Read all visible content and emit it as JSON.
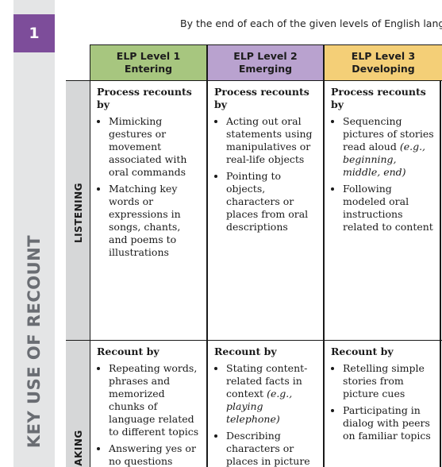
{
  "section_number": "1",
  "side_title": "KEY USE OF RECOUNT",
  "intro_text": "By the end of each of the given levels of English langua",
  "levels": [
    {
      "title": "ELP Level 1",
      "subtitle": "Entering",
      "color": "#a7c67f"
    },
    {
      "title": "ELP Level 2",
      "subtitle": "Emerging",
      "color": "#b9a2cf"
    },
    {
      "title": "ELP Level 3",
      "subtitle": "Developing",
      "color": "#f4cf77"
    }
  ],
  "rows": [
    {
      "label": "LISTENING",
      "cells": [
        {
          "heading": "Process recounts by",
          "items": [
            {
              "text": "Mimicking gestures or movement associated with oral commands",
              "example": ""
            },
            {
              "text": "Matching key words or expressions in songs, chants, and poems to illustrations",
              "example": ""
            }
          ]
        },
        {
          "heading": "Process recounts by",
          "items": [
            {
              "text": "Acting out oral statements using manipulatives or real-life objects",
              "example": ""
            },
            {
              "text": "Pointing to objects, characters or places from oral descriptions",
              "example": ""
            }
          ]
        },
        {
          "heading": "Process recounts by",
          "items": [
            {
              "text": "Sequencing pictures of stories read aloud",
              "example": "(e.g., beginning, middle, end)"
            },
            {
              "text": "Following modeled oral instructions related to content",
              "example": ""
            }
          ]
        }
      ]
    },
    {
      "label": "AKING",
      "cells": [
        {
          "heading": "Recount by",
          "items": [
            {
              "text": "Repeating words, phrases and memorized chunks of language related to different topics",
              "example": ""
            },
            {
              "text": "Answering yes or no questions about stories or",
              "example": ""
            }
          ]
        },
        {
          "heading": "Recount by",
          "items": [
            {
              "text": "Stating content-related facts in context",
              "example": "(e.g., playing telephone)"
            },
            {
              "text": "Describing characters or places in picture books",
              "example": ""
            }
          ]
        },
        {
          "heading": "Recount by",
          "items": [
            {
              "text": "Retelling simple stories from picture cues",
              "example": ""
            },
            {
              "text": "Participating in dialog with peers on familiar topics",
              "example": ""
            }
          ]
        }
      ]
    }
  ]
}
